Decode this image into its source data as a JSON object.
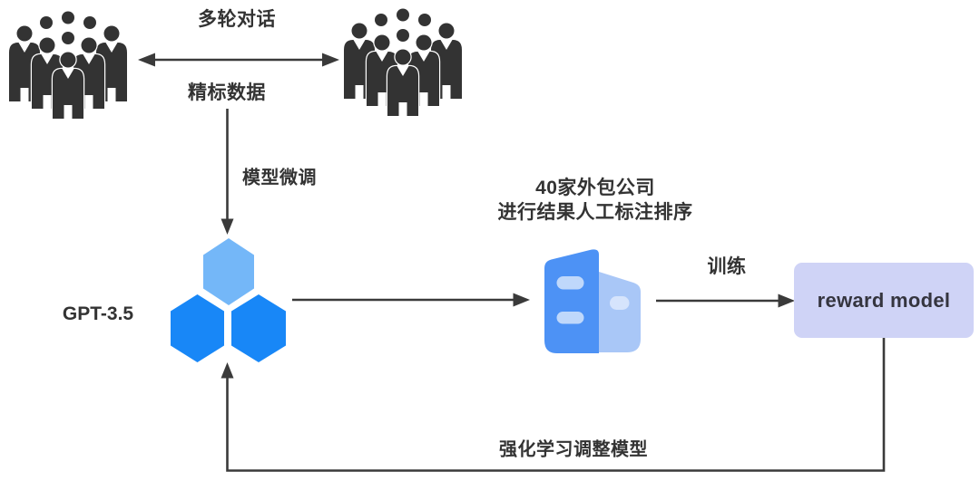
{
  "colors": {
    "ink": "#333333",
    "arrow": "#3a3a3a",
    "crowd": "#333333",
    "hex_light": "#74b7f8",
    "hex_dark": "#1887f7",
    "building_main": "#4d92f5",
    "building_light": "#a9c7f7",
    "window_light": "#bfd8fb",
    "window_lighter": "#d6e4fc",
    "reward_box_bg": "#cfd3f6",
    "background": "#ffffff"
  },
  "diagram": {
    "dialogue": {
      "top_label": "多轮对话",
      "bottom_label": "精标数据"
    },
    "finetune_arrow_label": "模型微调",
    "gpt_model": {
      "label": "GPT-3.5"
    },
    "annotation": {
      "line1": "40家外包公司",
      "line2": "进行结果人工标注排序"
    },
    "train_arrow_label": "训练",
    "reward_model": {
      "label": "reward model"
    },
    "feedback_loop_label": "强化学习调整模型",
    "icons": {
      "left_group": "people-group-icon",
      "right_group": "people-group-icon",
      "gpt": "hexagon-cluster-icon",
      "company": "office-building-icon"
    }
  }
}
